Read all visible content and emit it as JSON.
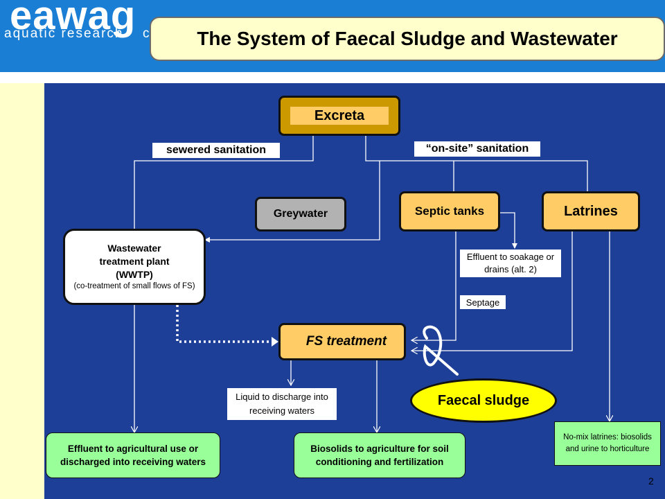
{
  "logo": {
    "name": "eawag",
    "tagline": "aquatic research",
    "tagline_cut": "c"
  },
  "title": "The System of Faecal Sludge and Wastewater",
  "nodes": {
    "excreta": "Excreta",
    "greywater": "Greywater",
    "septic_tanks": "Septic tanks",
    "latrines": "Latrines",
    "wwtp_line1": "Wastewater",
    "wwtp_line2": "treatment  plant",
    "wwtp_line3": "(WWTP)",
    "wwtp_line4": "(co-treatment of small flows of FS)",
    "fs_treatment": "FS treatment",
    "faecal_sludge": "Faecal sludge",
    "effluent_agri": "Effluent to agricultural use or discharged into receiving waters",
    "biosolids": "Biosolids to agriculture for soil conditioning and fertilization",
    "no_mix": "No-mix latrines: biosolids and urine to horticulture"
  },
  "labels": {
    "sewered": "sewered sanitation",
    "onsite": "“on-site” sanitation",
    "effluent_soakage": "Effluent to soakage or drains (alt. 2)",
    "septage": "Septage",
    "liquid_discharge": "Liquid to discharge into receiving waters"
  },
  "page_number": "2",
  "colors": {
    "header_blue": "#1a7fd4",
    "canvas_blue": "#1d3f97",
    "pale_yellow": "#ffffcc",
    "box_orange": "#ffcc66",
    "box_green": "#99ff99",
    "excreta_gold": "#cc9900",
    "grey_box": "#b2b2b2",
    "faecal_yellow": "#ffff00"
  }
}
